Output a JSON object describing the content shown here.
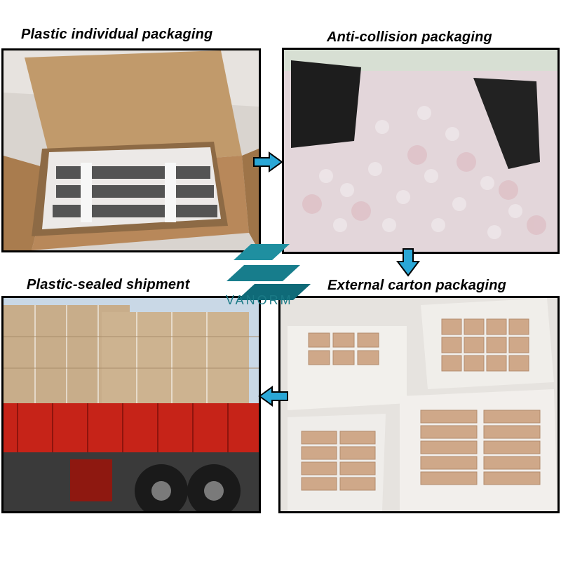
{
  "panels": [
    {
      "caption": "Plastic individual packaging"
    },
    {
      "caption": "Anti-collision packaging"
    },
    {
      "caption": "Plastic-sealed shipment"
    },
    {
      "caption": "External carton packaging"
    }
  ],
  "brand": {
    "name": "VANORM"
  },
  "colors": {
    "arrow": "#2aa7d6",
    "brand": "#1a7a86",
    "border": "#000000"
  },
  "icons": [
    "arrow-right-icon",
    "arrow-down-icon",
    "arrow-left-icon",
    "vanorm-logo-icon"
  ]
}
